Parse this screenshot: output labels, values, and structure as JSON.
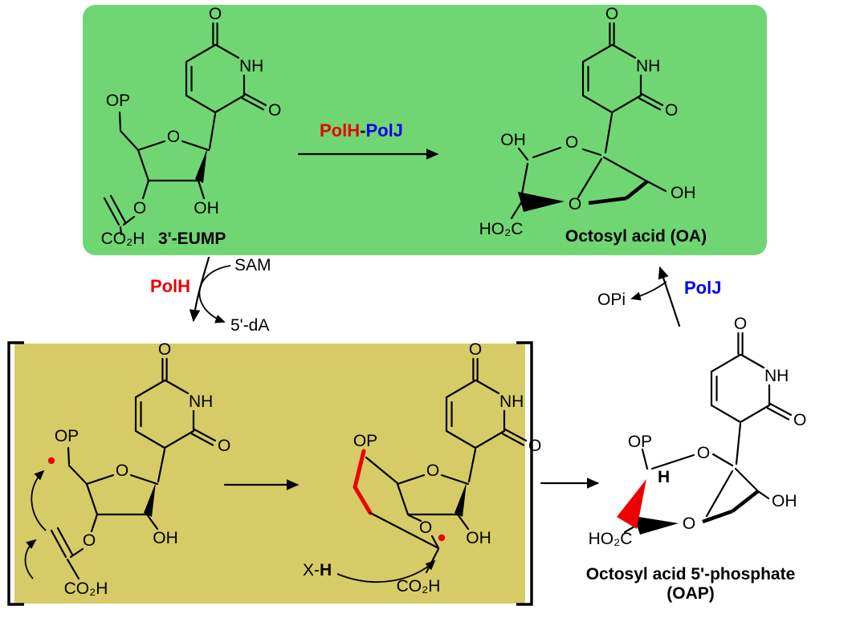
{
  "colors": {
    "green_panel": "#70d673",
    "yellow_panel": "#d7cb67",
    "red": "#ee0000",
    "blue": "#0000ee",
    "bond": "#000000"
  },
  "atoms": {
    "O": "O",
    "NH": "NH",
    "OH": "OH",
    "OP": "OP",
    "CO2H": "CO₂H",
    "HO2C": "HO₂C",
    "H": "H"
  },
  "labels": {
    "eump": "3'-EUMP",
    "polh": "PolH",
    "dash": "-",
    "polj": "PolJ",
    "oa": "Octosyl acid (OA)",
    "sam": "SAM",
    "da": "5'-dA",
    "opi": "OPi",
    "x": "X-",
    "h": "H",
    "oap_line1": "Octosyl acid 5'-phosphate",
    "oap_line2": "(OAP)"
  }
}
